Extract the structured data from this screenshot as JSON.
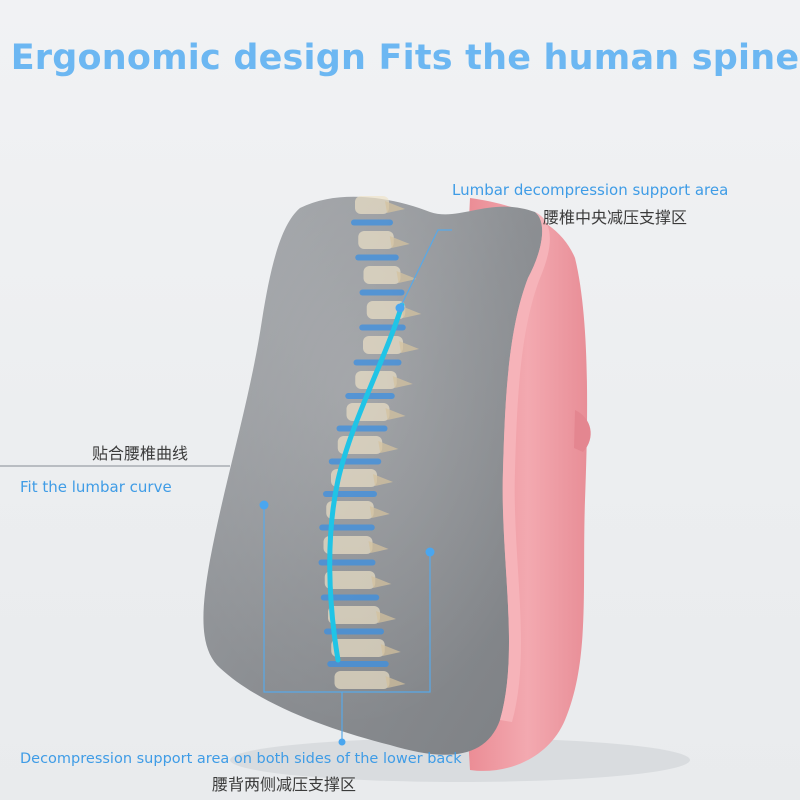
{
  "title": "Ergonomic design Fits the human spine",
  "callouts": {
    "top": {
      "en": "Lumbar decompression support area",
      "zh": "腰椎中央减压支撑区"
    },
    "left": {
      "zh": "贴合腰椎曲线",
      "en": "Fit the lumbar curve"
    },
    "bottom": {
      "en": "Decompression support area on both sides of the lower back",
      "zh": "腰背两侧减压支撑区"
    }
  },
  "colors": {
    "title": "#6cb7f2",
    "callout_text": "#3f9ce6",
    "cushion_front": "#8f9296",
    "cushion_shell": "#f0a0a7",
    "spine_curve": "#20c4e6",
    "disc": "#3d8fe0",
    "vertebra": "#efe3c8"
  }
}
